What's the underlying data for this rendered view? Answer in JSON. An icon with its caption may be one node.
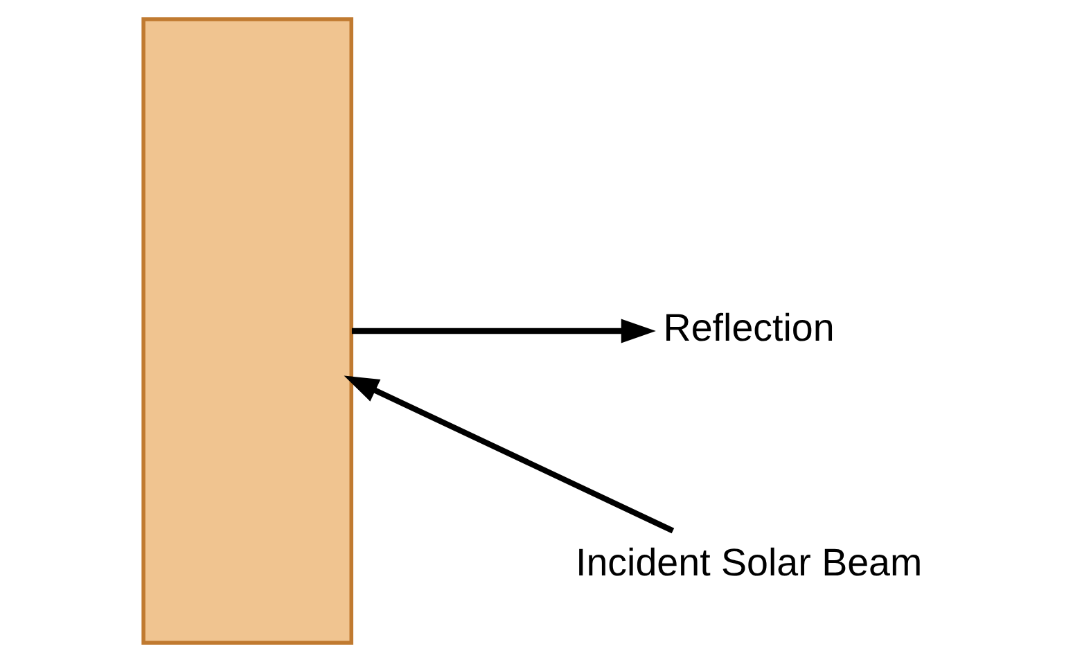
{
  "diagram": {
    "nodes": [
      {
        "text": [],
        "shape": "box"
      },
      {
        "text": [
          "Incident Solar Beam"
        ]
      },
      {
        "text": [
          "Reflection"
        ]
      }
    ],
    "edges": [
      {
        "from": 1,
        "to": 0,
        "arrow": "to"
      },
      {
        "from": 0,
        "to": 2,
        "arrow": "to"
      }
    ]
  }
}
